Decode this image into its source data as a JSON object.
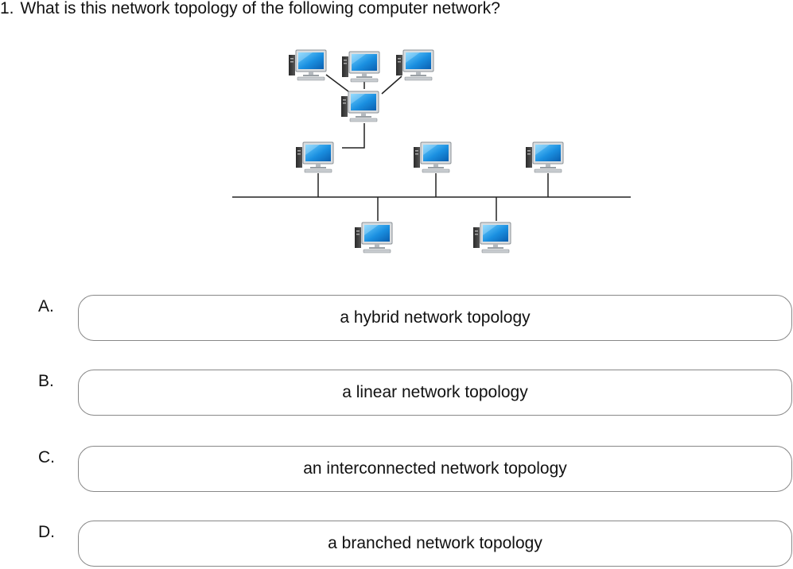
{
  "question": {
    "number": "1.",
    "text": "What is this network topology of the following computer network?"
  },
  "diagram": {
    "icon": "desktop-computer-icon",
    "connection_color": "#222222",
    "screen_color": "#1a8fe0"
  },
  "options": [
    {
      "letter": "A.",
      "text": "a hybrid network topology"
    },
    {
      "letter": "B.",
      "text": "a linear network topology"
    },
    {
      "letter": "C.",
      "text": "an interconnected network topology"
    },
    {
      "letter": "D.",
      "text": "a branched network topology"
    }
  ]
}
